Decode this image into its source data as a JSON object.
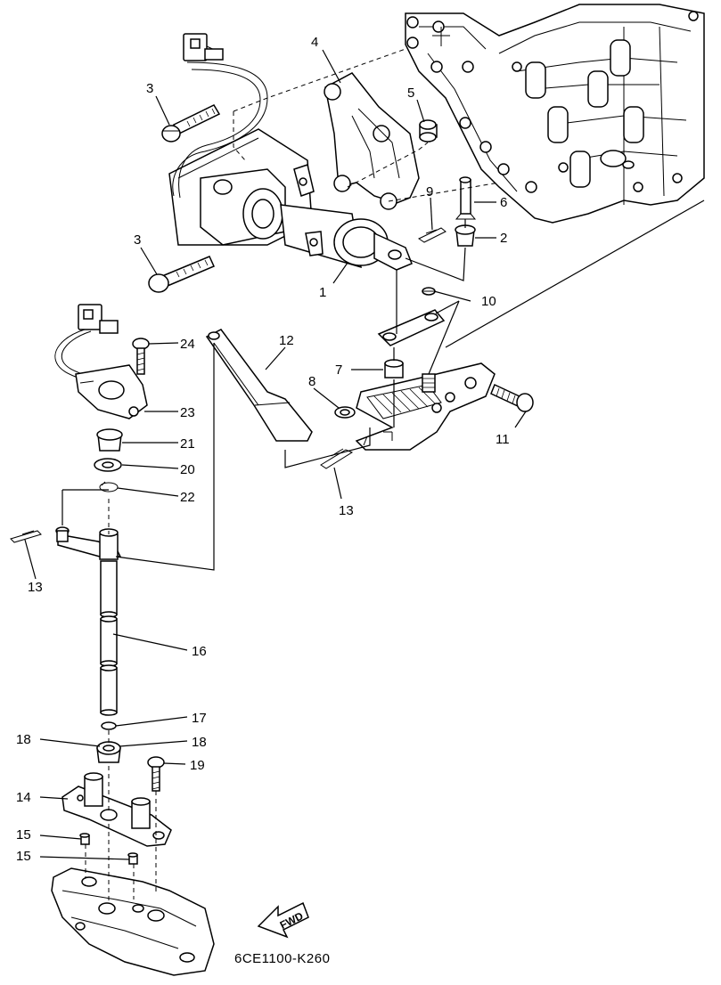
{
  "callouts": {
    "c1": "1",
    "c2": "2",
    "c3a": "3",
    "c3b": "3",
    "c4": "4",
    "c5": "5",
    "c6": "6",
    "c7": "7",
    "c8": "8",
    "c9": "9",
    "c10": "10",
    "c11": "11",
    "c12": "12",
    "c13a": "13",
    "c13b": "13",
    "c14": "14",
    "c15a": "15",
    "c15b": "15",
    "c16": "16",
    "c17": "17",
    "c18a": "18",
    "c18b": "18",
    "c19": "19",
    "c20": "20",
    "c21": "21",
    "c22": "22",
    "c23": "23",
    "c24": "24"
  },
  "direction_label": "FWD",
  "diagram_code": "6CE1100-K260"
}
